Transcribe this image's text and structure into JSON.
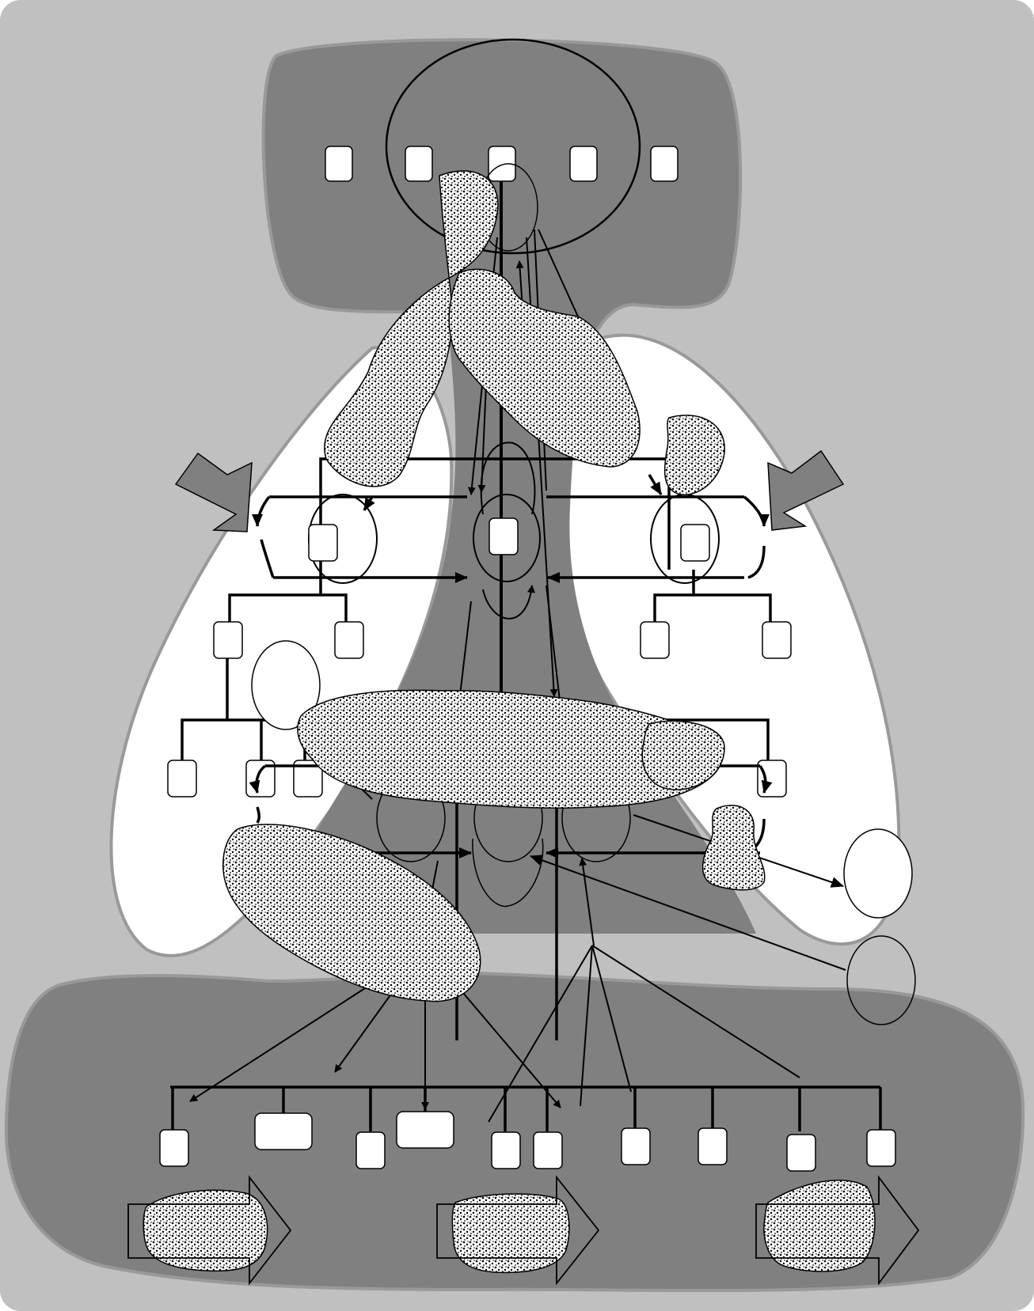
{
  "diagram": {
    "labels": [],
    "colors": {
      "outer_background": "#c0c0c0",
      "dark_region": "#808080",
      "light_region": "#ffffff",
      "mid_region": "#c0c0c0",
      "stroke": "#000000",
      "node_fill": "#ffffff",
      "region_outline": "#999999"
    },
    "elements": {
      "top_region": "rounded-top-shape",
      "bottom_region": "wide-base-shape",
      "side_regions": "two-lobe-white-shapes",
      "stippled_blobs": "speckled-textured-shapes",
      "bottom_arrows": "three-hollow-right-arrows",
      "side_arrows": "two-grey-block-arrows"
    }
  }
}
